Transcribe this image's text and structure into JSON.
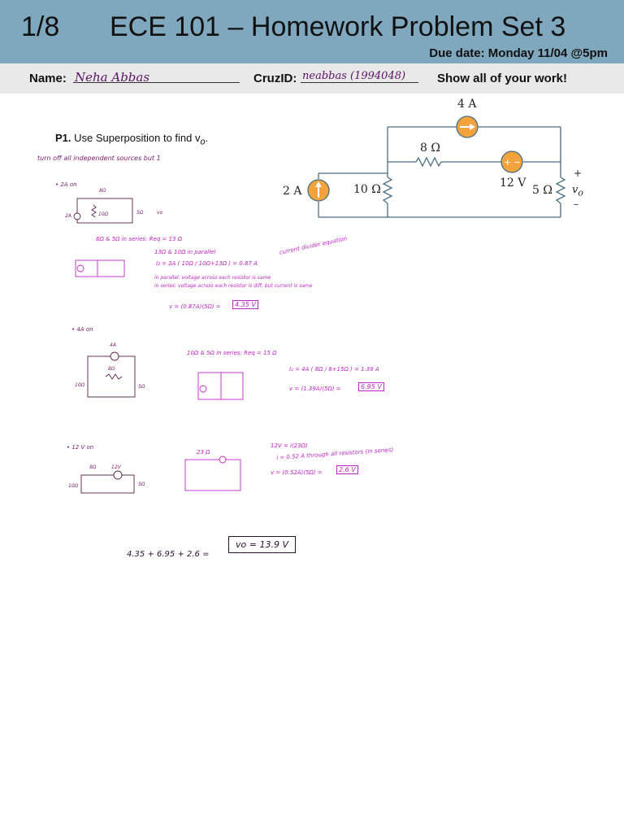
{
  "header": {
    "page": "1/8",
    "title": "ECE 101 – Homework Problem Set 3",
    "due": "Due date: Monday 11/04 @5pm"
  },
  "namebar": {
    "name_label": "Name:",
    "name_value": "Neha Abbas",
    "cruz_label": "CruzID:",
    "cruz_value": "neabbas (1994048)",
    "instruction": "Show all of your work!"
  },
  "problem": {
    "label": "P1.",
    "text": "Use Superposition to find v",
    "subscript": "o",
    "period": "."
  },
  "circuit": {
    "src_4a": "4 A",
    "r8": "8 Ω",
    "src_2a": "2 A",
    "r10": "10 Ω",
    "src_12v": "12 V",
    "r5": "5 Ω",
    "plus": "+",
    "vo": "v",
    "vo_sub": "o",
    "minus": "–"
  },
  "work": {
    "intro": "turn off all independent sources but 1",
    "case1": {
      "heading": "• 2A on",
      "r8": "8Ω",
      "r10": "10Ω",
      "r5": "5Ω",
      "src": "2A",
      "vo": "vo",
      "series": "8Ω & 5Ω in series: Req = 13 Ω",
      "parallel": "13Ω & 10Ω in parallel",
      "eq": "I₂ = 2A ( 10Ω / 10Ω+13Ω ) = 0.87 A",
      "cdiv": "current divider equation",
      "note1": "in parallel: voltage across each resistor is same",
      "note2": "in series: voltage across each resistor is diff, but current is same",
      "result_eq": "v = (0.87A)(5Ω) =",
      "result": "4.35 V"
    },
    "case2": {
      "heading": "• 4A on",
      "src": "4A",
      "r8": "8Ω",
      "r10": "10Ω",
      "r5": "5Ω",
      "series": "10Ω & 5Ω in series: Req = 15 Ω",
      "eq": "I₂ = 4A ( 8Ω / 8+15Ω ) = 1.39 A",
      "result_eq": "v = (1.39A)(5Ω) =",
      "result": "6.95 V"
    },
    "case3": {
      "heading": "• 12 V on",
      "r8": "8Ω",
      "src": "12V",
      "r10": "10Ω",
      "r5": "5Ω",
      "req": "23 Ω",
      "kvl": "12V = i(23Ω)",
      "current": "i = 0.52 A through all resistors (in series)",
      "result_eq": "v = (0.52A)(5Ω) =",
      "result": "2.6 V"
    },
    "final_sum": "4.35 + 6.95 + 2.6 =",
    "final_result": "vo = 13.9 V"
  }
}
